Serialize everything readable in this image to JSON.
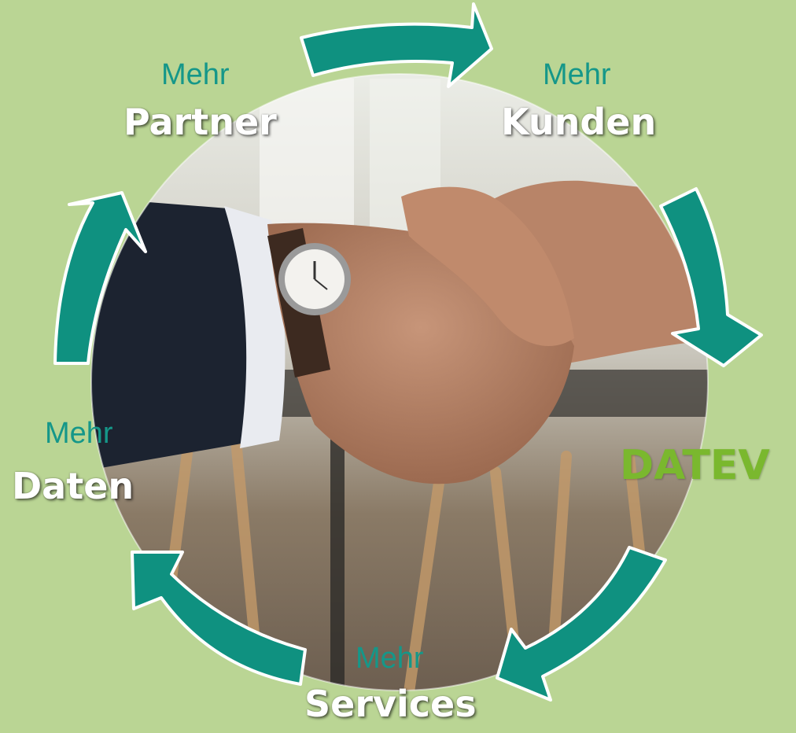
{
  "cycle": {
    "partner": {
      "prefix": "Mehr",
      "word": "Partner"
    },
    "kunden": {
      "prefix": "Mehr",
      "word": "Kunden"
    },
    "services": {
      "prefix": "Mehr",
      "word": "Services"
    },
    "daten": {
      "prefix": "Mehr",
      "word": "Daten"
    }
  },
  "brand": "DATEV",
  "photo": {
    "subject": "handshake-photo"
  },
  "colors": {
    "background": "#bad594",
    "arrow": "#0f9180",
    "arrow_outline": "#ffffff",
    "mehr_text": "#159789",
    "brand_text": "#7ab82e"
  }
}
